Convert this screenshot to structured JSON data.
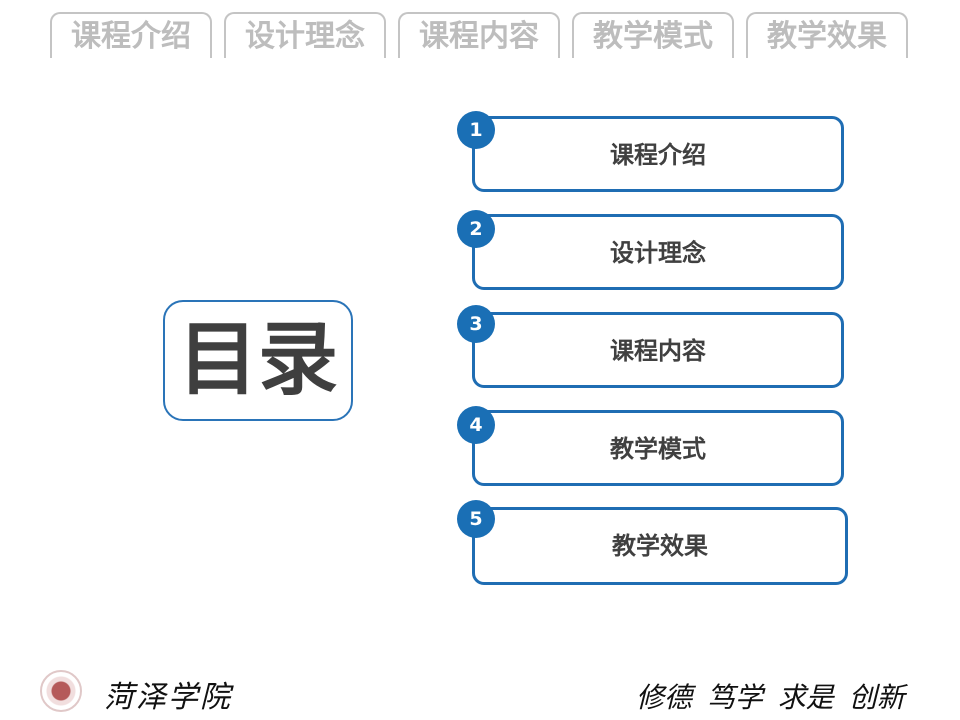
{
  "tabs": [
    "课程介绍",
    "设计理念",
    "课程内容",
    "教学模式",
    "教学效果"
  ],
  "title": "目录",
  "items": [
    {
      "num": "1",
      "label": "课程介绍"
    },
    {
      "num": "2",
      "label": "设计理念"
    },
    {
      "num": "3",
      "label": "课程内容"
    },
    {
      "num": "4",
      "label": "教学模式"
    },
    {
      "num": "5",
      "label": "教学效果"
    }
  ],
  "footer": {
    "school": "菏泽学院",
    "motto": "修德 笃学 求是 创新"
  },
  "colors": {
    "accent": "#1a6fb5",
    "tab_text": "#bdbdbd"
  }
}
